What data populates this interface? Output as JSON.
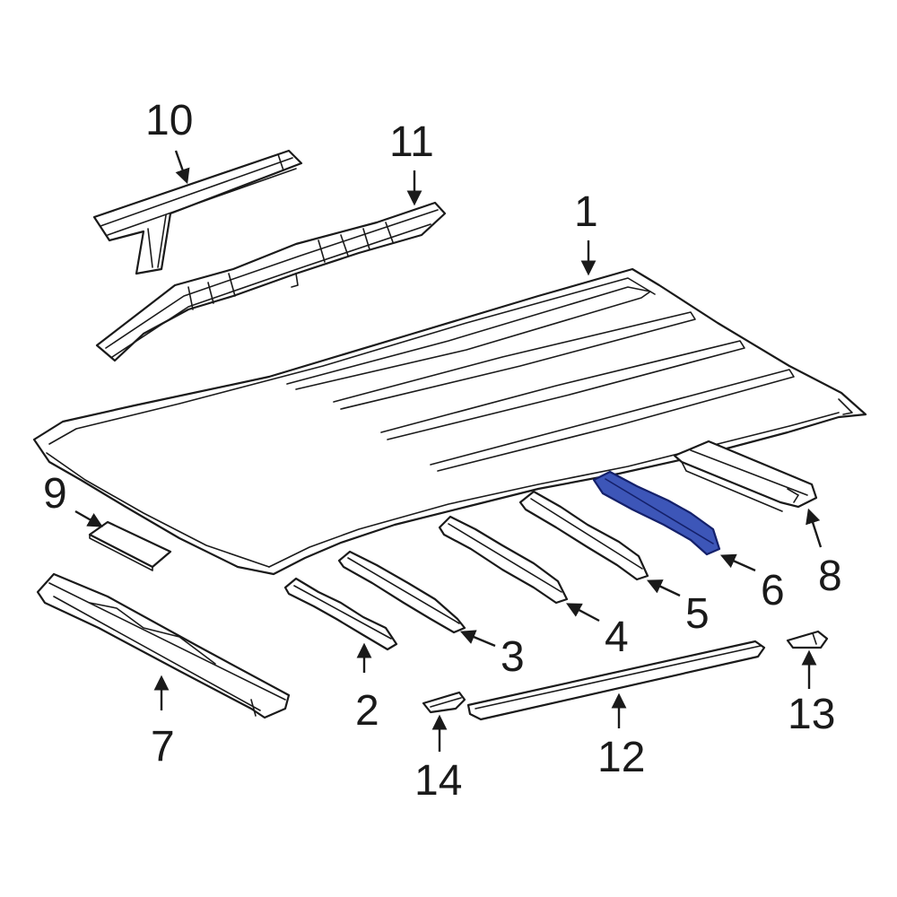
{
  "diagram": {
    "callouts": [
      {
        "id": "1",
        "label": "1"
      },
      {
        "id": "2",
        "label": "2"
      },
      {
        "id": "3",
        "label": "3"
      },
      {
        "id": "4",
        "label": "4"
      },
      {
        "id": "5",
        "label": "5"
      },
      {
        "id": "6",
        "label": "6"
      },
      {
        "id": "7",
        "label": "7"
      },
      {
        "id": "8",
        "label": "8"
      },
      {
        "id": "9",
        "label": "9"
      },
      {
        "id": "10",
        "label": "10"
      },
      {
        "id": "11",
        "label": "11"
      },
      {
        "id": "12",
        "label": "12"
      },
      {
        "id": "13",
        "label": "13"
      },
      {
        "id": "14",
        "label": "14"
      }
    ],
    "highlighted_part": "6",
    "colors": {
      "line": "#1a1a1a",
      "highlight_fill": "#3d56b8",
      "highlight_stroke": "#14206a",
      "background": "#ffffff"
    }
  }
}
